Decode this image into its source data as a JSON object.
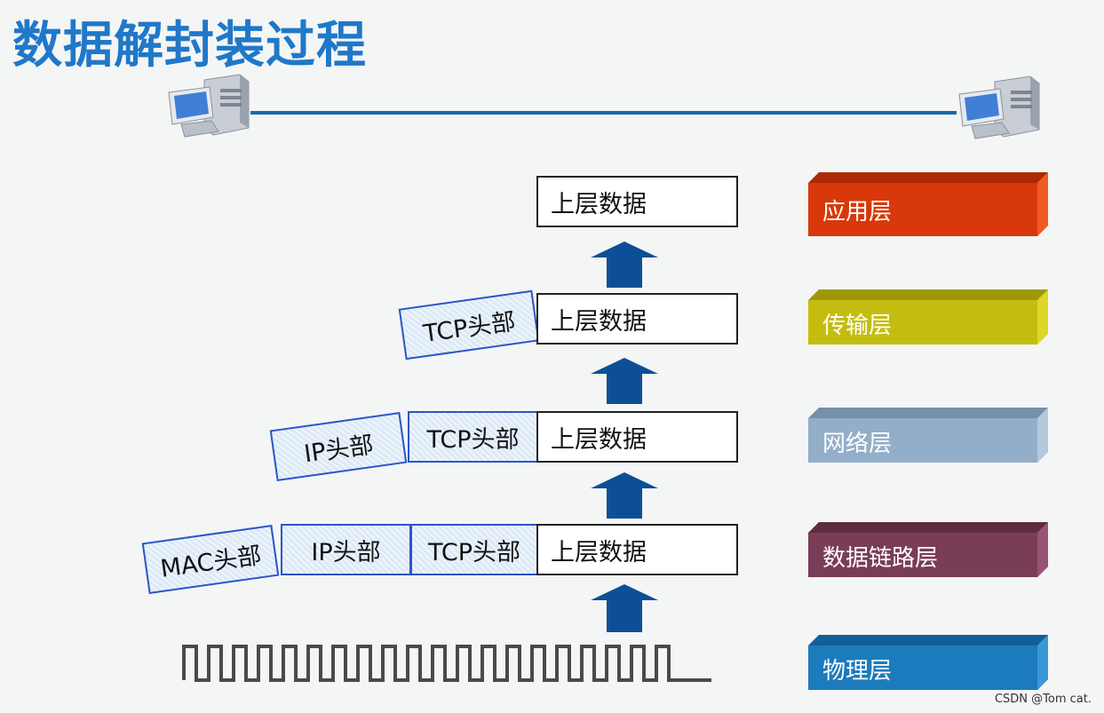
{
  "title": "数据解封装过程",
  "stack": {
    "upper_data": "上层数据",
    "tcp_header": "TCP头部",
    "ip_header": "IP头部",
    "mac_header": "MAC头部"
  },
  "layers": [
    {
      "label": "应用层",
      "color": "#d9380a"
    },
    {
      "label": "传输层",
      "color": "#c4bd0f"
    },
    {
      "label": "网络层",
      "color": "#93aec8"
    },
    {
      "label": "数据链路层",
      "color": "#7a3d57"
    },
    {
      "label": "物理层",
      "color": "#1c7bbd"
    }
  ],
  "colors": {
    "title": "#1f78c8",
    "arrow": "#0d4f96",
    "header_border": "#2b55c9",
    "signal": "#4a4a4a"
  },
  "watermark": "CSDN @Tom cat."
}
